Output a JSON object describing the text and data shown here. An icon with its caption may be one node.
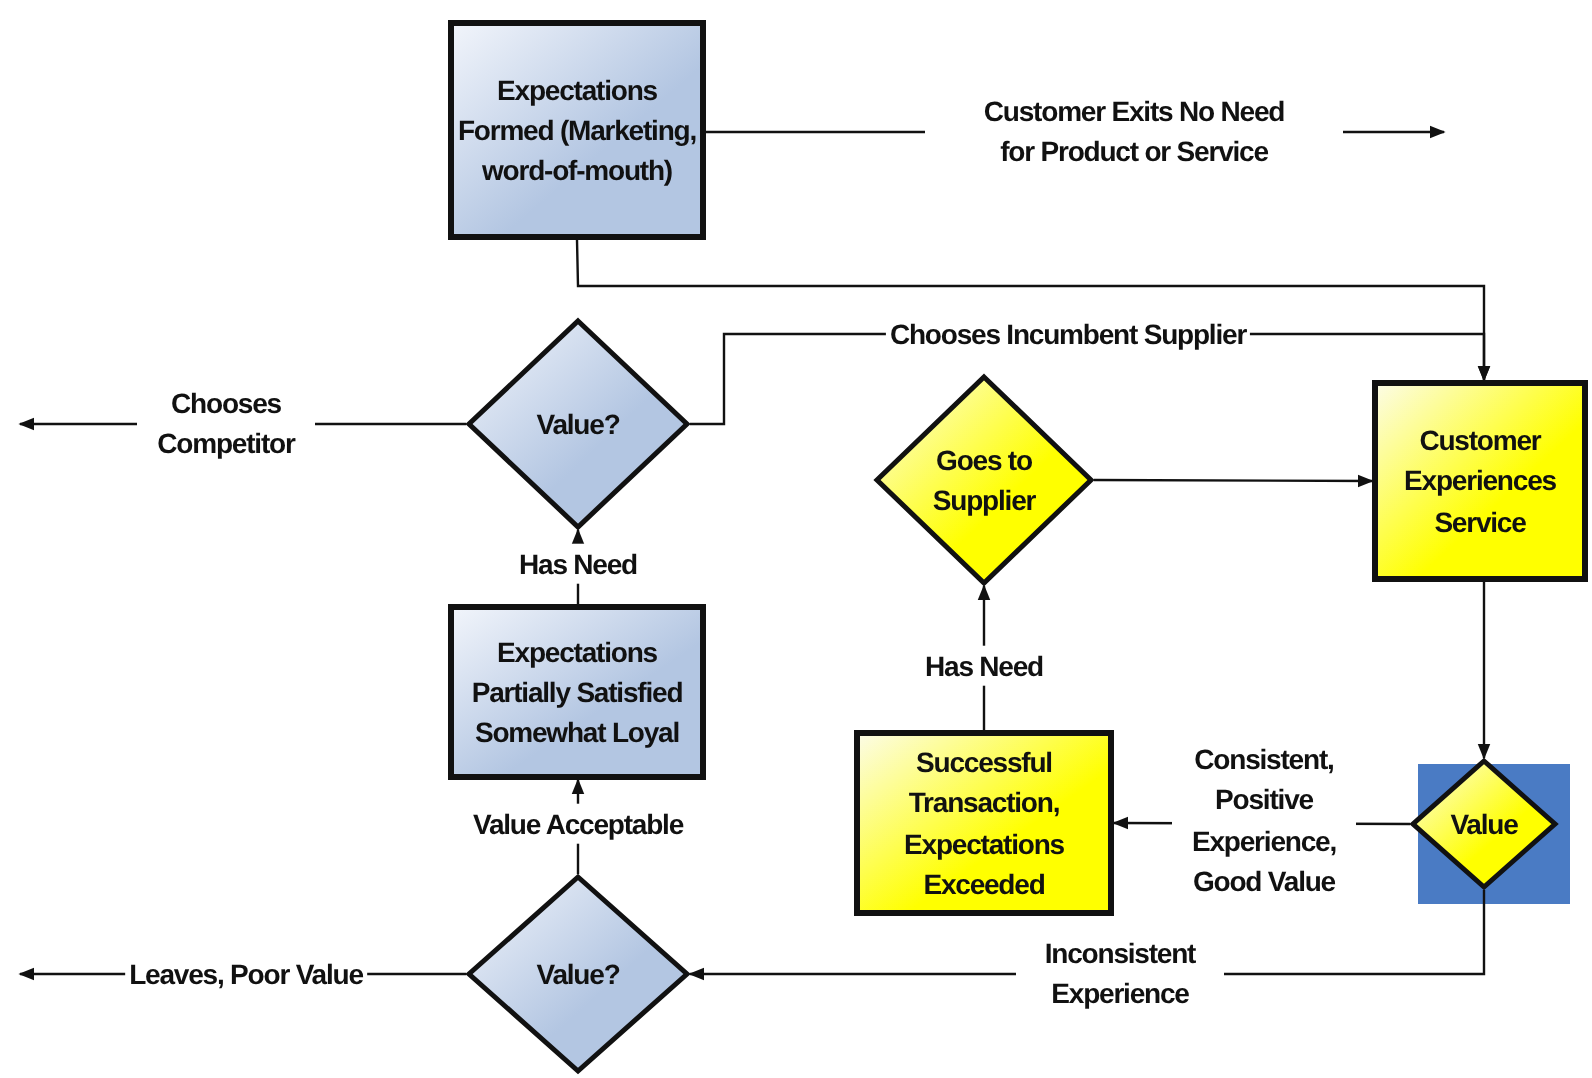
{
  "diagram": {
    "nodes": [
      {
        "text": [
          "Expectations Formed (Marketing, word-of-mouth)"
        ]
      },
      {
        "text": [
          "Value?"
        ]
      },
      {
        "text": [
          "Goes to Supplier"
        ]
      },
      {
        "text": [
          "Customer Experiences Service"
        ]
      },
      {
        "text": [
          "Expectations Partially Satisfied Somewhat Loyal"
        ]
      },
      {
        "text": [
          "Successful Transaction, Expectations Exceeded"
        ]
      },
      {
        "text": [
          "Value"
        ]
      },
      {
        "text": [
          "Value?"
        ]
      }
    ],
    "edges": [
      {
        "from": 0,
        "to": null,
        "arrow": "to",
        "label": "Customer Exits No Need for Product or Service"
      },
      {
        "from": 0,
        "to": 3,
        "arrow": "to"
      },
      {
        "from": 1,
        "to": 3,
        "arrow": "to",
        "label": "Chooses Incumbent Supplier"
      },
      {
        "from": 1,
        "to": null,
        "arrow": "to",
        "label": "Chooses Competitor"
      },
      {
        "from": 2,
        "to": 3,
        "arrow": "to"
      },
      {
        "from": 3,
        "to": 6,
        "arrow": "to"
      },
      {
        "from": 6,
        "to": 5,
        "arrow": "to",
        "label": "Consistent, Positive Experience, Good Value"
      },
      {
        "from": 5,
        "to": 2,
        "arrow": "to",
        "label": "Has Need"
      },
      {
        "from": 6,
        "to": 7,
        "arrow": "to",
        "label": "Inconsistent Experience"
      },
      {
        "from": 7,
        "to": 4,
        "arrow": "to",
        "label": "Value Acceptable"
      },
      {
        "from": 7,
        "to": null,
        "arrow": "to",
        "label": "Leaves, Poor Value"
      },
      {
        "from": 4,
        "to": 1,
        "arrow": "to",
        "label": "Has Need"
      }
    ]
  }
}
